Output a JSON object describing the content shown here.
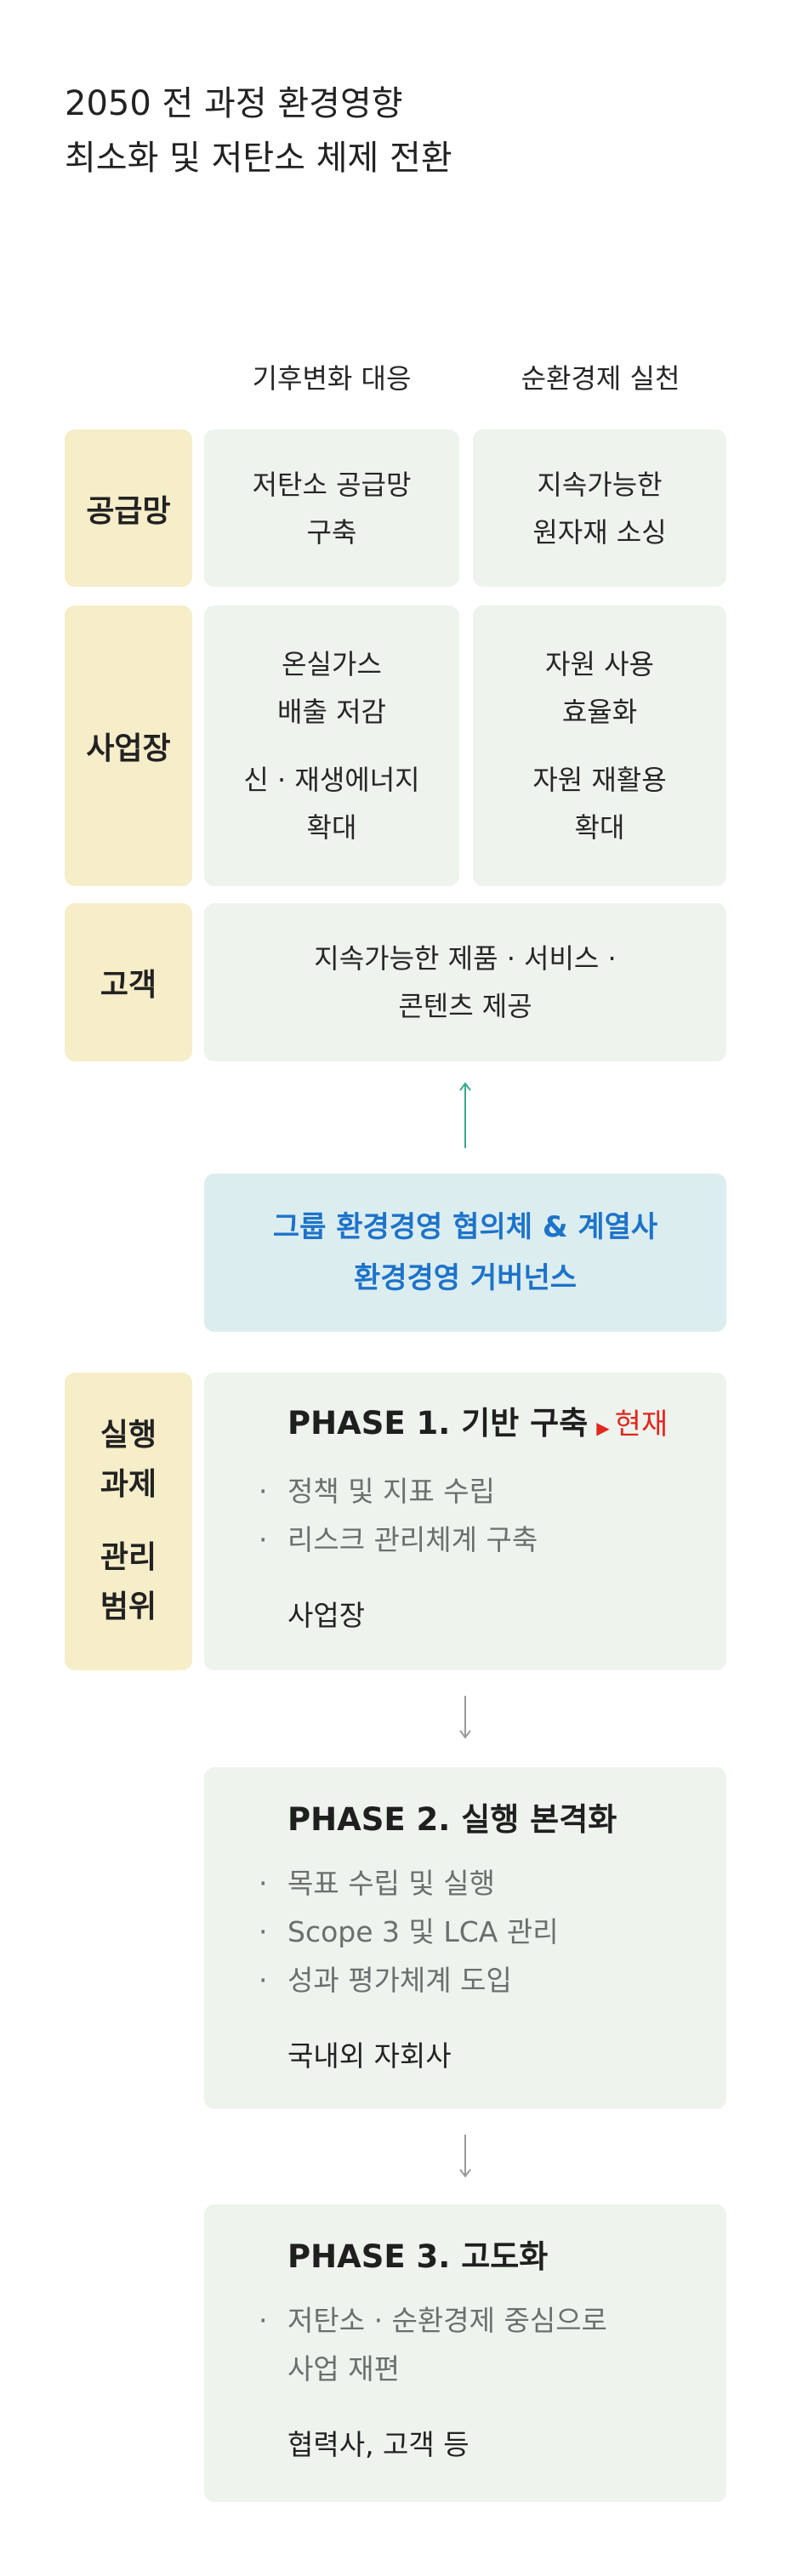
{
  "title": {
    "line1": "2050 전 과정 환경영향",
    "line2": "최소화 및 저탄소 체제 전환"
  },
  "columns": {
    "climate": "기후변화 대응",
    "circular": "순환경제 실천"
  },
  "rows": {
    "supply": {
      "label": "공급망",
      "climate": [
        "저탄소 공급망",
        "구축"
      ],
      "circular": [
        "지속가능한",
        "원자재 소싱"
      ]
    },
    "site": {
      "label": "사업장",
      "climate": [
        [
          "온실가스",
          "배출 저감"
        ],
        [
          "신 · 재생에너지",
          "확대"
        ]
      ],
      "circular": [
        [
          "자원 사용",
          "효율화"
        ],
        [
          "자원 재활용",
          "확대"
        ]
      ]
    },
    "customer": {
      "label": "고객",
      "content": [
        "지속가능한 제품 · 서비스 ·",
        "콘텐츠 제공"
      ]
    }
  },
  "governance": {
    "line1": "그룹 환경경영 협의체 & 계열사",
    "line2": "환경경영 거버넌스"
  },
  "side_label": {
    "top": [
      "실행",
      "과제"
    ],
    "bottom": [
      "관리",
      "범위"
    ]
  },
  "phases": [
    {
      "title": "PHASE 1. 기반 구축",
      "current": "현재",
      "tasks": [
        "정책 및 지표 수립",
        "리스크 관리체계 구축"
      ],
      "scope": "사업장"
    },
    {
      "title": "PHASE 2. 실행 본격화",
      "tasks": [
        "목표 수립 및 실행",
        "Scope 3 및 LCA 관리",
        "성과 평가체계 도입"
      ],
      "scope": "국내외 자회사"
    },
    {
      "title": "PHASE 3. 고도화",
      "tasks": [
        "저탄소 · 순환경제 중심으로",
        "사업 재편"
      ],
      "scope": "협력사, 고객 등"
    }
  ],
  "colors": {
    "label_bg": "#f6edc9",
    "box_bg": "#eef3ee",
    "governance_bg": "#dcedef",
    "governance_text": "#1d73c9",
    "up_arrow": "#3aa98d",
    "down_arrow": "#9a9a9a",
    "current_red": "#e0281e"
  },
  "icons": {
    "up_arrow": "arrow-up-icon",
    "down_arrow": "arrow-down-icon",
    "current_marker": "triangle-right-icon"
  }
}
